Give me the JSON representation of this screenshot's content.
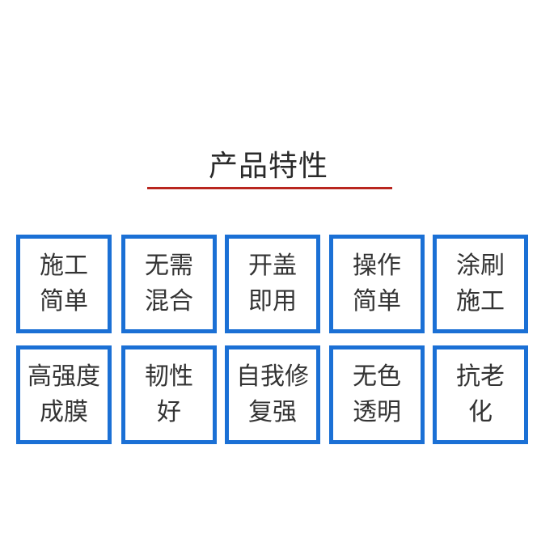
{
  "heading": {
    "title": "产品特性"
  },
  "features": [
    {
      "line1": "施工",
      "line2": "简单"
    },
    {
      "line1": "无需",
      "line2": "混合"
    },
    {
      "line1": "开盖",
      "line2": "即用"
    },
    {
      "line1": "操作",
      "line2": "简单"
    },
    {
      "line1": "涂刷",
      "line2": "施工"
    },
    {
      "line1": "高强度",
      "line2": "成膜"
    },
    {
      "line1": "韧性",
      "line2": "好"
    },
    {
      "line1": "自我修",
      "line2": "复强"
    },
    {
      "line1": "无色",
      "line2": "透明"
    },
    {
      "line1": "抗老",
      "line2": "化"
    }
  ],
  "colors": {
    "accent_underline": "#b9261f",
    "card_border": "#1b70d5",
    "text": "#333333"
  }
}
